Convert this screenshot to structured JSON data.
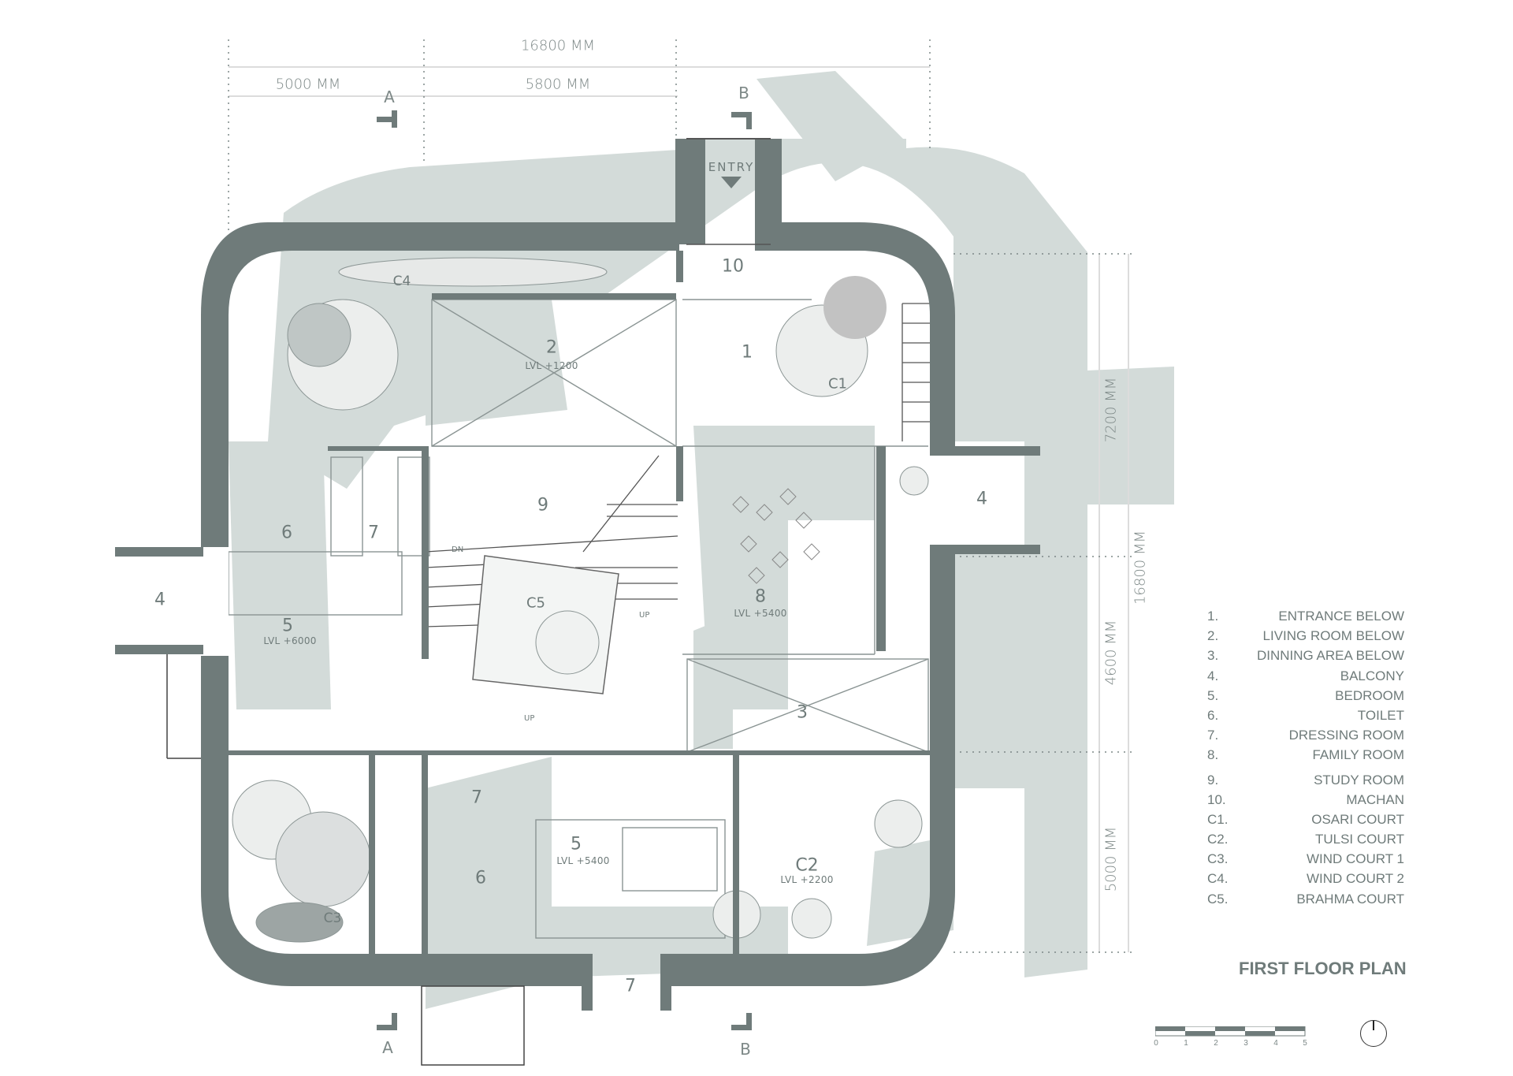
{
  "title": "FIRST FLOOR PLAN",
  "colors": {
    "wall": "#6f7b7a",
    "shadow": "#d3dbd9",
    "text": "#6f7b7a",
    "line": "#8a9493",
    "background": "#ffffff"
  },
  "dimensions": {
    "top_overall": "16800 MM",
    "top_left": "5000 MM",
    "top_middle": "5800 MM",
    "right_overall": "16800 MM",
    "right_top": "7200 MM",
    "right_middle": "4600 MM",
    "right_bottom": "5000 MM"
  },
  "section_markers": {
    "top_a": "A",
    "top_b": "B",
    "bottom_a": "A",
    "bottom_b": "B"
  },
  "entry": {
    "label": "ENTRY"
  },
  "rooms": [
    {
      "id": "10",
      "label": "10",
      "level": ""
    },
    {
      "id": "1",
      "label": "1",
      "level": ""
    },
    {
      "id": "2",
      "label": "2",
      "level": "LVL +1200"
    },
    {
      "id": "c4",
      "label": "C4",
      "level": ""
    },
    {
      "id": "c1",
      "label": "C1",
      "level": ""
    },
    {
      "id": "9",
      "label": "9",
      "level": ""
    },
    {
      "id": "8",
      "label": "8",
      "level": "LVL +5400"
    },
    {
      "id": "4r",
      "label": "4",
      "level": ""
    },
    {
      "id": "6t",
      "label": "6",
      "level": ""
    },
    {
      "id": "7t",
      "label": "7",
      "level": ""
    },
    {
      "id": "4l",
      "label": "4",
      "level": ""
    },
    {
      "id": "5l",
      "label": "5",
      "level": "LVL +6000"
    },
    {
      "id": "c5",
      "label": "C5",
      "level": ""
    },
    {
      "id": "3",
      "label": "3",
      "level": ""
    },
    {
      "id": "7m",
      "label": "7",
      "level": ""
    },
    {
      "id": "6b",
      "label": "6",
      "level": ""
    },
    {
      "id": "5b",
      "label": "5",
      "level": "LVL +5400"
    },
    {
      "id": "c2",
      "label": "C2",
      "level": "LVL +2200"
    },
    {
      "id": "c3",
      "label": "C3",
      "level": ""
    },
    {
      "id": "7b",
      "label": "7",
      "level": ""
    }
  ],
  "annotations": {
    "dn": "DN",
    "up1": "UP",
    "up2": "UP"
  },
  "legend": [
    {
      "num": "1.",
      "text": "ENTRANCE BELOW"
    },
    {
      "num": "2.",
      "text": "LIVING ROOM BELOW"
    },
    {
      "num": "3.",
      "text": "DINNING AREA BELOW"
    },
    {
      "num": "4.",
      "text": "BALCONY"
    },
    {
      "num": "5.",
      "text": "BEDROOM"
    },
    {
      "num": "6.",
      "text": "TOILET"
    },
    {
      "num": "7.",
      "text": "DRESSING ROOM"
    },
    {
      "num": "8.",
      "text": "FAMILY ROOM"
    },
    {
      "num": "9.",
      "text": "STUDY ROOM"
    },
    {
      "num": "10.",
      "text": "MACHAN"
    },
    {
      "num": "C1.",
      "text": "OSARI COURT"
    },
    {
      "num": "C2.",
      "text": "TULSI COURT"
    },
    {
      "num": "C3.",
      "text": "WIND COURT 1"
    },
    {
      "num": "C4.",
      "text": "WIND COURT 2"
    },
    {
      "num": "C5.",
      "text": "BRAHMA COURT"
    }
  ],
  "scale_bar": {
    "ticks": [
      "0",
      "1",
      "2",
      "3",
      "4",
      "5"
    ]
  }
}
